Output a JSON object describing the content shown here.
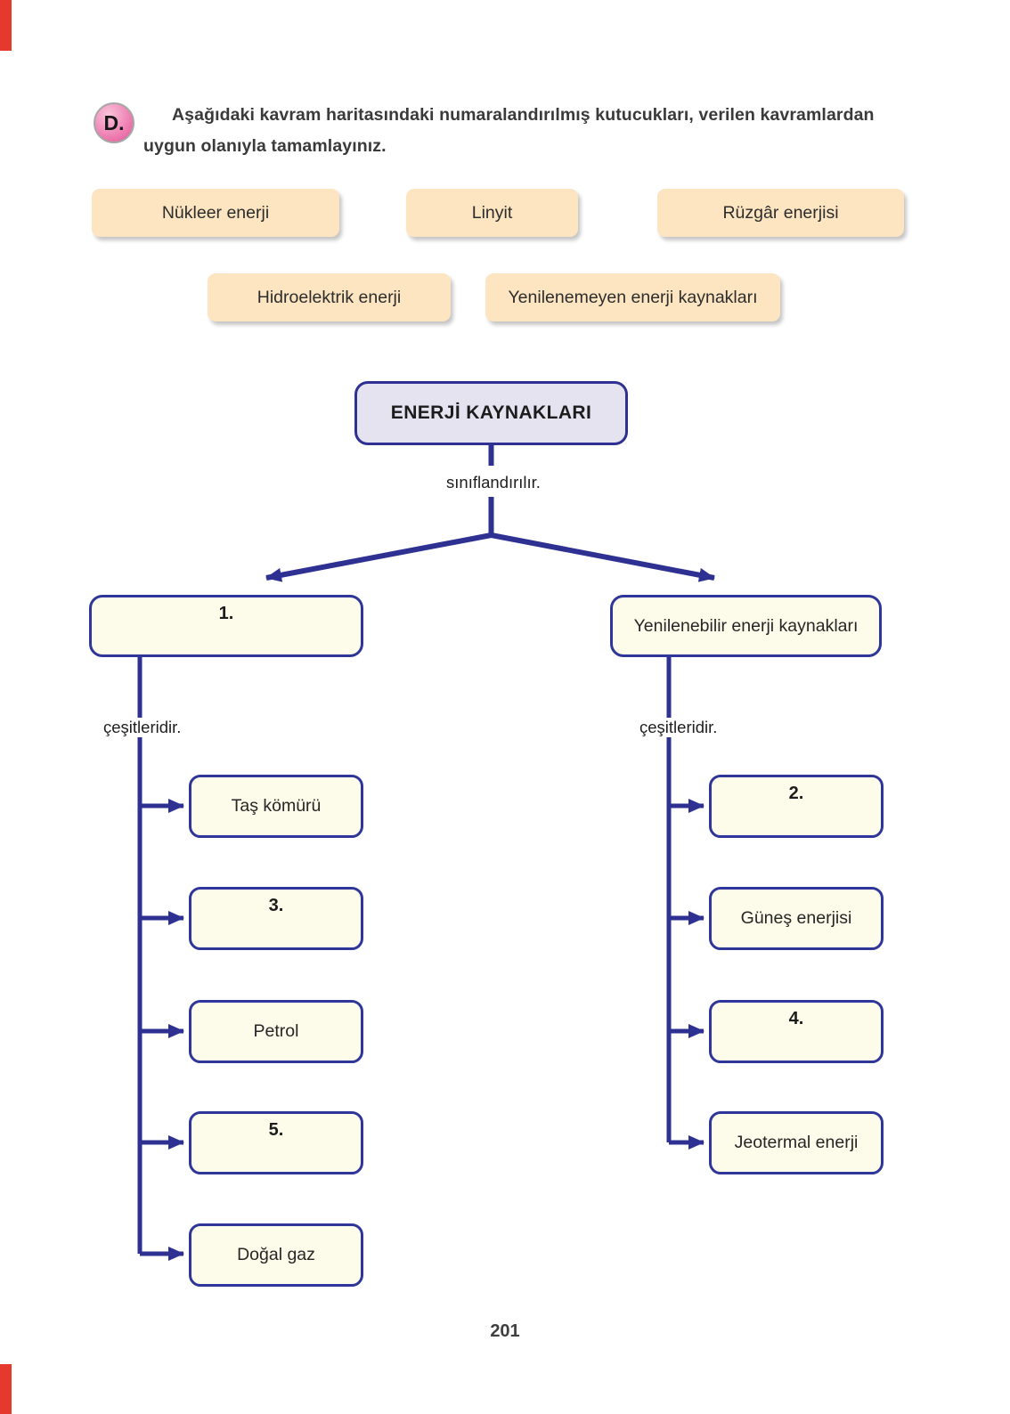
{
  "page_number": "201",
  "exercise": {
    "badge": "D.",
    "instruction_line1": "Aşağıdaki kavram haritasındaki numaralandırılmış kutucukları, verilen kavramlardan",
    "instruction_line2": "uygun olanıyla tamamlayınız."
  },
  "word_bank": [
    "Nükleer enerji",
    "Linyit",
    "Rüzgâr enerjisi",
    "Hidroelektrik enerji",
    "Yenilenemeyen enerji kaynakları"
  ],
  "concept_map": {
    "root": "ENERJİ KAYNAKLARI",
    "root_connector_label": "sınıflandırılır.",
    "left_branch": {
      "label": "1.",
      "connector_label": "çeşitleridir.",
      "children": [
        "Taş kömürü",
        "3.",
        "Petrol",
        "5.",
        "Doğal gaz"
      ]
    },
    "right_branch": {
      "label": "Yenilenebilir enerji kaynakları",
      "connector_label": "çeşitleridir.",
      "children": [
        "2.",
        "Güneş enerjisi",
        "4.",
        "Jeotermal enerji"
      ]
    }
  },
  "colors": {
    "map_line": "#2e3192",
    "node_fill": "#fdfbe9",
    "root_fill": "#e5e3f0",
    "word_chip_fill": "#fce5c0",
    "badge_fill": "#ee7cb1",
    "corner_mark": "#e6392e"
  }
}
